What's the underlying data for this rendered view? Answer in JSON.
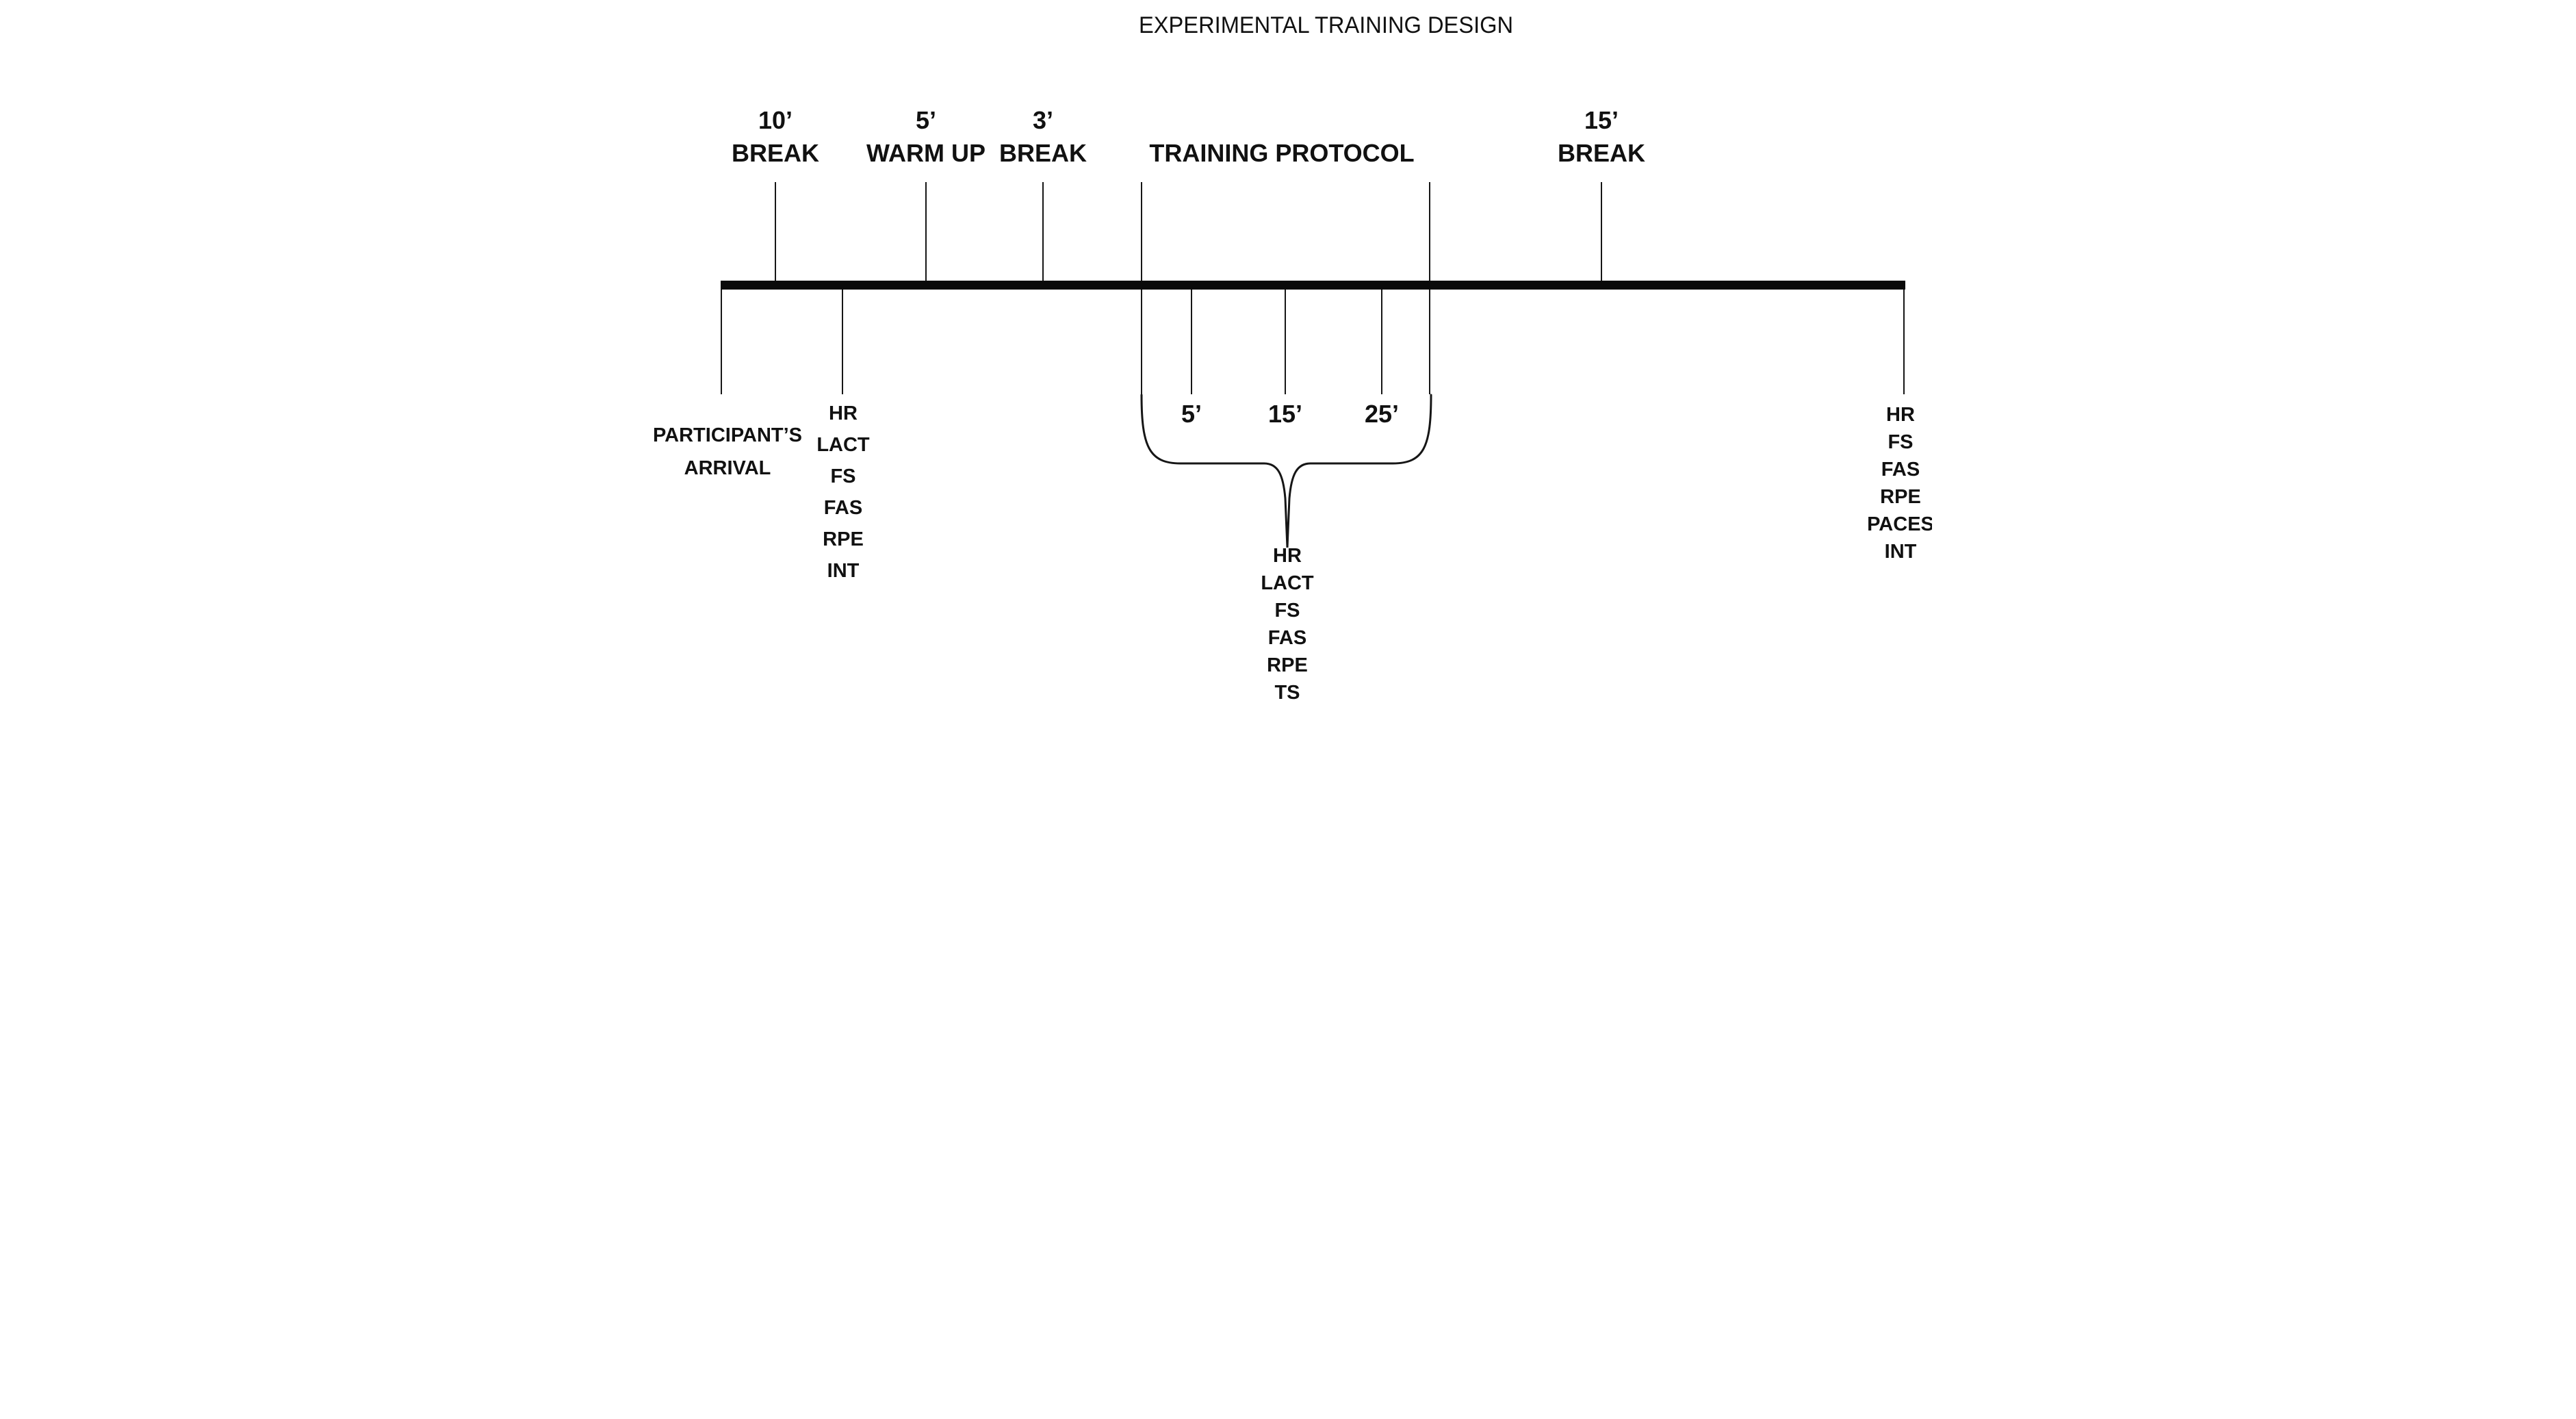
{
  "title": "EXPERIMENTAL TRAINING DESIGN",
  "colors": {
    "ink": "#111111",
    "background": "#ffffff"
  },
  "timeline": {
    "phases": [
      {
        "duration": "10’",
        "label": "BREAK"
      },
      {
        "duration": "5’",
        "label": "WARM UP"
      },
      {
        "duration": "3’",
        "label": "BREAK"
      },
      {
        "label": "TRAINING PROTOCOL"
      },
      {
        "duration": "15’",
        "label": "BREAK"
      }
    ],
    "protocol_time_points": [
      "5’",
      "15’",
      "25’"
    ]
  },
  "annotations": {
    "arrival": {
      "line1": "PARTICIPANT’S",
      "line2": "ARRIVAL"
    },
    "baseline_measures": [
      "HR",
      "LACT",
      "FS",
      "FAS",
      "RPE",
      "INT"
    ],
    "protocol_measures": [
      "HR",
      "LACT",
      "FS",
      "FAS",
      "RPE",
      "TS"
    ],
    "post_measures": [
      "HR",
      "FS",
      "FAS",
      "RPE",
      "PACES",
      "INT"
    ]
  }
}
